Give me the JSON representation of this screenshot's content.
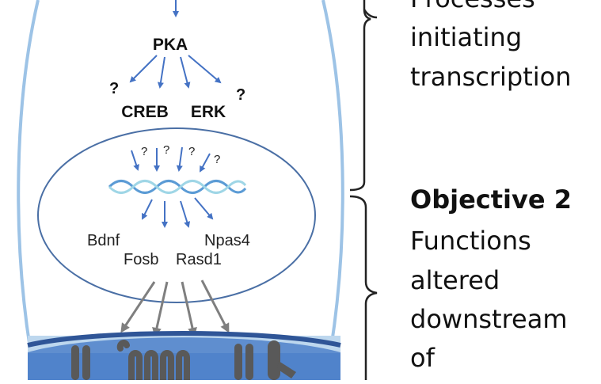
{
  "diagram": {
    "pathway": {
      "kinase": "PKA",
      "transcription_factors": [
        "CREB",
        "ERK"
      ],
      "unknown_marker": "?",
      "genes": [
        "Bdnf",
        "Npas4",
        "Fosb",
        "Rasd1"
      ]
    },
    "annotations": {
      "objective1_lines": [
        "Processes",
        "initiating",
        "transcription"
      ],
      "objective2_title": "Objective 2",
      "objective2_lines": [
        "Functions",
        "altered",
        "downstream",
        "of"
      ]
    },
    "colors": {
      "arrow_blue": "#4472c4",
      "arrow_gray": "#7f7f7f",
      "cell_outline": "#9dc3e6",
      "nucleus_outline": "#4a6fa5",
      "membrane_light": "#9dc3e6",
      "membrane_dark": "#2f5597",
      "receptor": "#595959",
      "dna_blue": "#5b9bd5",
      "dna_teal": "#9fd6e6"
    }
  }
}
